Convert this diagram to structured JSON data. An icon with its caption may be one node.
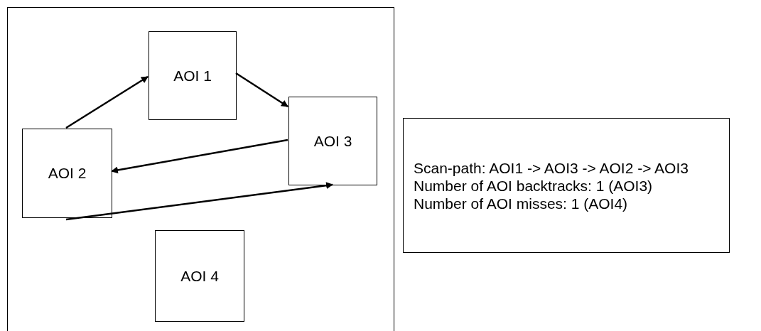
{
  "diagram": {
    "nodes": [
      {
        "text": [],
        "shape": "box"
      },
      {
        "text": [
          "AOI 1"
        ],
        "in": 0
      },
      {
        "text": [
          "AOI 2"
        ],
        "in": 0
      },
      {
        "text": [
          "AOI 3"
        ],
        "in": 0
      },
      {
        "text": [
          "AOI 4"
        ],
        "in": 0
      },
      {
        "text": [
          "Scan-path: AOI1 -> AOI3 -> AOI2 -> AOI3",
          "Number of AOI backtracks: 1 (AOI3)",
          "Number of AOI misses: 1 (AOI4)"
        ]
      }
    ],
    "edges": [
      {
        "from": 2,
        "to": 1,
        "arrow": "to"
      },
      {
        "from": 1,
        "to": 3,
        "arrow": "to"
      },
      {
        "from": 3,
        "to": 2,
        "arrow": "to"
      },
      {
        "from": 2,
        "to": 3,
        "arrow": "to"
      }
    ]
  }
}
